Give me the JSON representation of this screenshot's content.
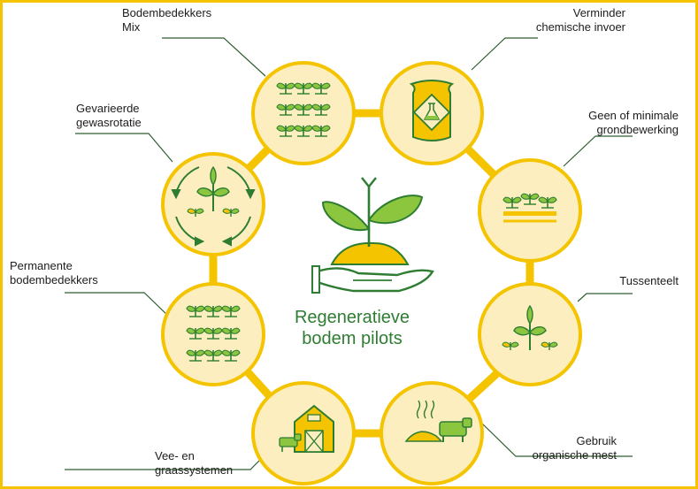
{
  "center": {
    "title": "Regeneratieve\nbodem pilots",
    "icon": "hand-holding-sprout-icon"
  },
  "colors": {
    "ring": "#f5c400",
    "node_fill": "#fdeec0",
    "node_stroke": "#f5c400",
    "leaf_green": "#8cc63f",
    "leaf_dark": "#2e7d32",
    "leader": "#2e5e30"
  },
  "practices": [
    {
      "id": "bodembedekkers-mix",
      "label": "Bodembedekkers\nMix",
      "icon": "cover-crop-mix-icon"
    },
    {
      "id": "verminder-chemische-invoer",
      "label": "Verminder\nchemische invoer",
      "icon": "chemical-bag-icon"
    },
    {
      "id": "geen-grondbewerking",
      "label": "Geen of minimale\ngrondbewerking",
      "icon": "no-till-plants-icon"
    },
    {
      "id": "tussenteelt",
      "label": "Tussenteelt",
      "icon": "intercropping-icon"
    },
    {
      "id": "organische-mest",
      "label": "Gebruik\norganische mest",
      "icon": "manure-cow-icon"
    },
    {
      "id": "vee-graassystemen",
      "label": "Vee- en\ngraassystemen",
      "icon": "barn-livestock-icon"
    },
    {
      "id": "permanente-bodembedekkers",
      "label": "Permanente\nbodembedekkers",
      "icon": "permanent-cover-icon"
    },
    {
      "id": "gewasrotatie",
      "label": "Gevarieerde\ngewasrotatie",
      "icon": "crop-rotation-icon"
    }
  ]
}
